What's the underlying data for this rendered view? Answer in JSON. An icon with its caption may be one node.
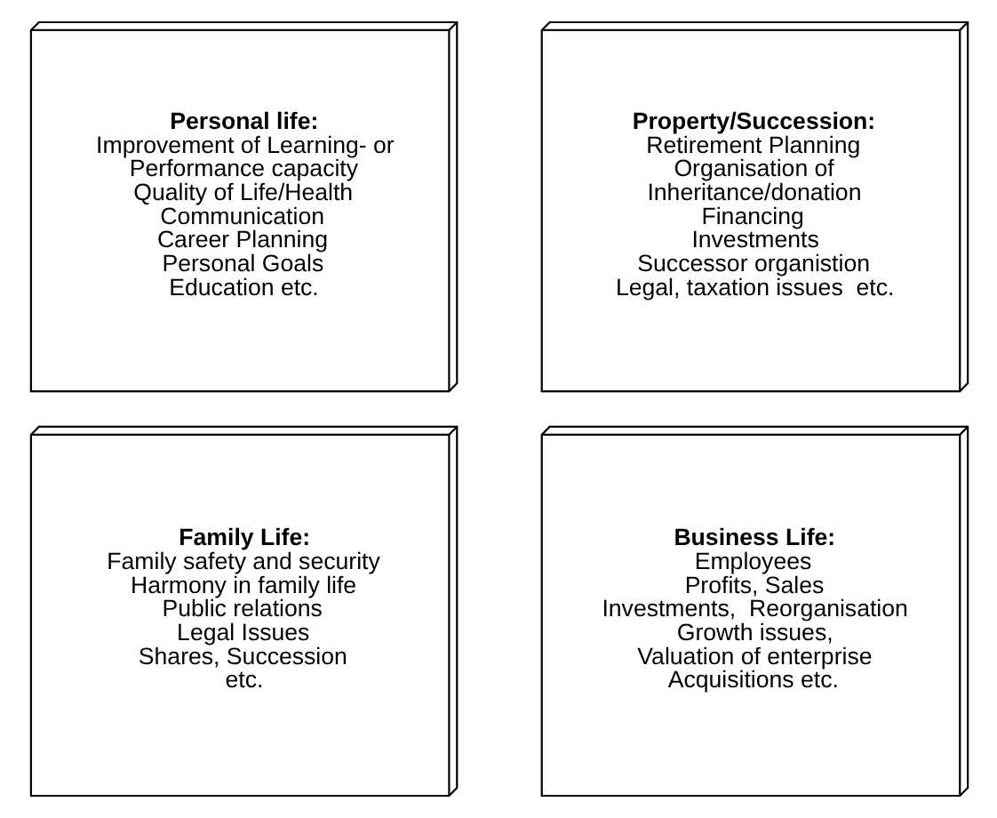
{
  "diagram": {
    "nodes": [
      {
        "text": [
          "Personal life:",
          "Improvement of Learning- or Performance capacity",
          "Quality of Life/Health",
          "Communication",
          "Career Planning",
          "Personal Goals",
          "Education etc."
        ]
      },
      {
        "text": [
          "Property/Succession:",
          "Retirement Planning",
          "Organisation of Inheritance/donation",
          "Financing",
          "Investments",
          "Successor organistion",
          "Legal, taxation issues  etc."
        ]
      },
      {
        "text": [
          "Family Life:",
          "Family safety and security",
          "Harmony in family life",
          "Public relations",
          "Legal Issues",
          "Shares, Succession",
          "etc."
        ]
      },
      {
        "text": [
          "Business Life:",
          "Employees",
          "Profits, Sales",
          "Investments,  Reorganisation",
          "Growth issues,",
          "Valuation of enterprise",
          "Acquisitions etc."
        ]
      }
    ]
  }
}
